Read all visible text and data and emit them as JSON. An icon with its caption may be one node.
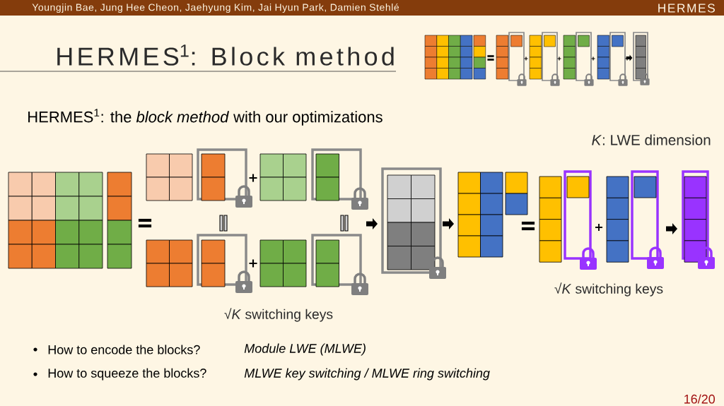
{
  "diagram": {
    "title": "HERMES$^{1}$: Block method",
    "labels": [
      "Youngjin Bae, Jung Hee Cheon, Jaehyung Kim, Jai Hyun Park, Damien Stehlé",
      "HERMES",
      "HERMES$^{1}$: the *block method* with our optimizations",
      "*K*: LWE dimension",
      "√*K* switching keys",
      "√*K* switching keys",
      "How to encode the blocks?",
      "Module LWE (MLWE)",
      "How to squeeze the blocks?",
      "MLWE key switching / MLWE ring switching",
      "16/20"
    ]
  }
}
